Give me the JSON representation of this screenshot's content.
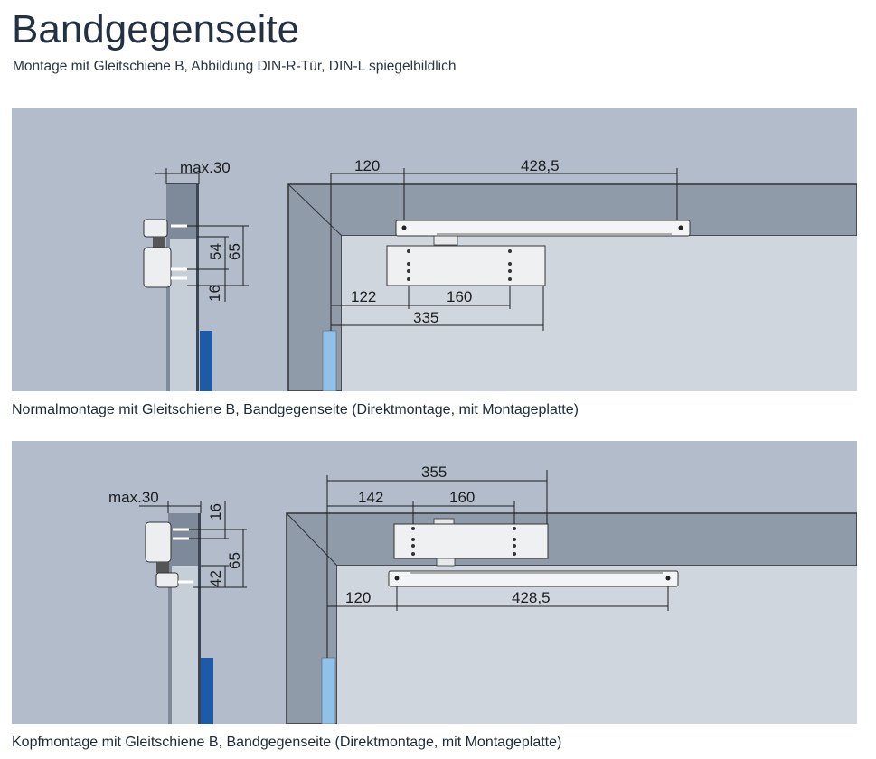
{
  "header": {
    "title": "Bandgegenseite",
    "subtitle": "Montage mit Gleitschiene B, Abbildung DIN-R-Tür, DIN-L spiegelbildlich"
  },
  "panels": [
    {
      "caption": "Normalmontage mit Gleitschiene B, Bandgegenseite (Direktmontage, mit Montageplatte)",
      "dims": {
        "max": "max.30",
        "d54": "54",
        "d65": "65",
        "d16": "16",
        "d120": "120",
        "d428": "428,5",
        "d122": "122",
        "d160": "160",
        "d335": "335"
      }
    },
    {
      "caption": "Kopfmontage mit Gleitschiene B, Bandgegenseite (Direktmontage, mit Montageplatte)",
      "dims": {
        "max": "max.30",
        "d16": "16",
        "d65": "65",
        "d42": "42",
        "d355": "355",
        "d142": "142",
        "d160": "160",
        "d120": "120",
        "d428": "428,5"
      }
    }
  ]
}
